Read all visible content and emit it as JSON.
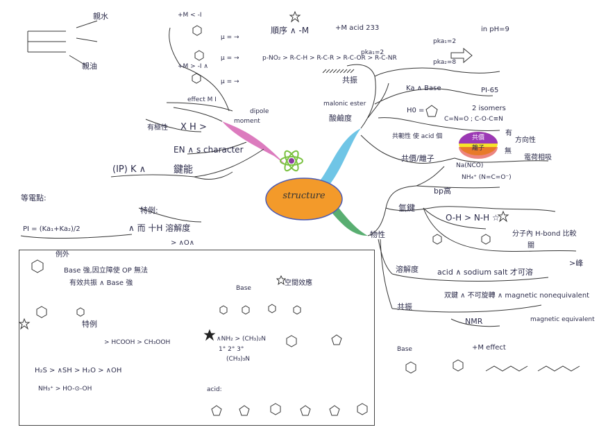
{
  "center": {
    "label": "structure"
  },
  "top_left": {
    "hydrophilic": "親水",
    "lipophilic": "親油"
  },
  "upper_left": {
    "line1": "+M < -I",
    "line2": "μ = →",
    "line3": "μ = →",
    "line4": "+M > -I ∧",
    "line5": "μ = →",
    "effect": "effect M I",
    "dipole": "dipole",
    "moment": "moment",
    "bond_polarity": "有極性",
    "xh": "X  H  >",
    "en": "EN  ∧  s character",
    "ip": "(IP)  K  ∧",
    "bond_energy": "鍵能"
  },
  "top_center": {
    "order": "順序 ∧ -M",
    "acid": "+M acid 233",
    "chain": "p-NO₂ > R-C-H > R-C-R > R-C-OR > R-C-NR",
    "resonance": "共振",
    "malonic": "malonic ester",
    "acidbase": "酸鹼度"
  },
  "upper_right": {
    "pka1": "pka₁=2",
    "pka2": "pka₂=8",
    "ph": "in pH=9",
    "ka": "Ka  ∧  Base",
    "pi": "PI-65",
    "isomers": "2 isomers",
    "h0": "H0 =",
    "isomer_formula": "C=N=O  ;  C-O-C≡N",
    "ionic_label": "共價/離子",
    "covalent": "共價",
    "ionic": "離子",
    "have": "有",
    "none": "無",
    "directional": "方向性",
    "electron_sharing": "電荷相吸",
    "na_nco": "Na(NCO)",
    "nh4": "NH₄⁺ (N=C=O⁻)",
    "acid_note": "共軛性 使 acid 個"
  },
  "left_middle": {
    "isoelectric": "等電點:",
    "pi_formula": "PI = (Ka₁+Ka₂)/2",
    "special": "特例:",
    "special_line": "∧ 而 十H 溶解度",
    "special_line2": "> ∧O∧"
  },
  "right_middle": {
    "physical": "物性",
    "hbond": "氫鍵",
    "bp": "bp高",
    "ohnh": "O-H > N-H ☆",
    "intra": "分子內 H-bond 比較",
    "intra2": "關",
    "solubility": "溶解度",
    "soluble": "acid ∧ sodium salt 才可溶",
    "peak": ">峰",
    "resonance2": "共振",
    "double_bond": "双鍵 ∧ 不可旋轉 ∧ magnetic nonequivalent",
    "nmr": "NMR",
    "magnetic": "magnetic equivalent"
  },
  "box": {
    "title": "例外",
    "base_note": "Base 強,因立障使 OP 無法",
    "base_note2": "有效共振 ∧ Base 強",
    "example": "特例",
    "hcooh": "> HCOOH > CH₃OOH",
    "h2s": "H₂S  >  ∧SH  >  H₂O  >  ∧OH",
    "nh3": "NH₃⁺  >  HO-⊙-OH",
    "amine": "∧NH₂  >  (CH₃)₂N",
    "amine_deg": "1°  2°     3°",
    "amine_deg2": "(CH₃)₃N",
    "bulky": "空間效應",
    "base_label": "Base",
    "acid_label": "acid:"
  },
  "bottom_right": {
    "m_effect": "+M effect",
    "base": "Base"
  }
}
